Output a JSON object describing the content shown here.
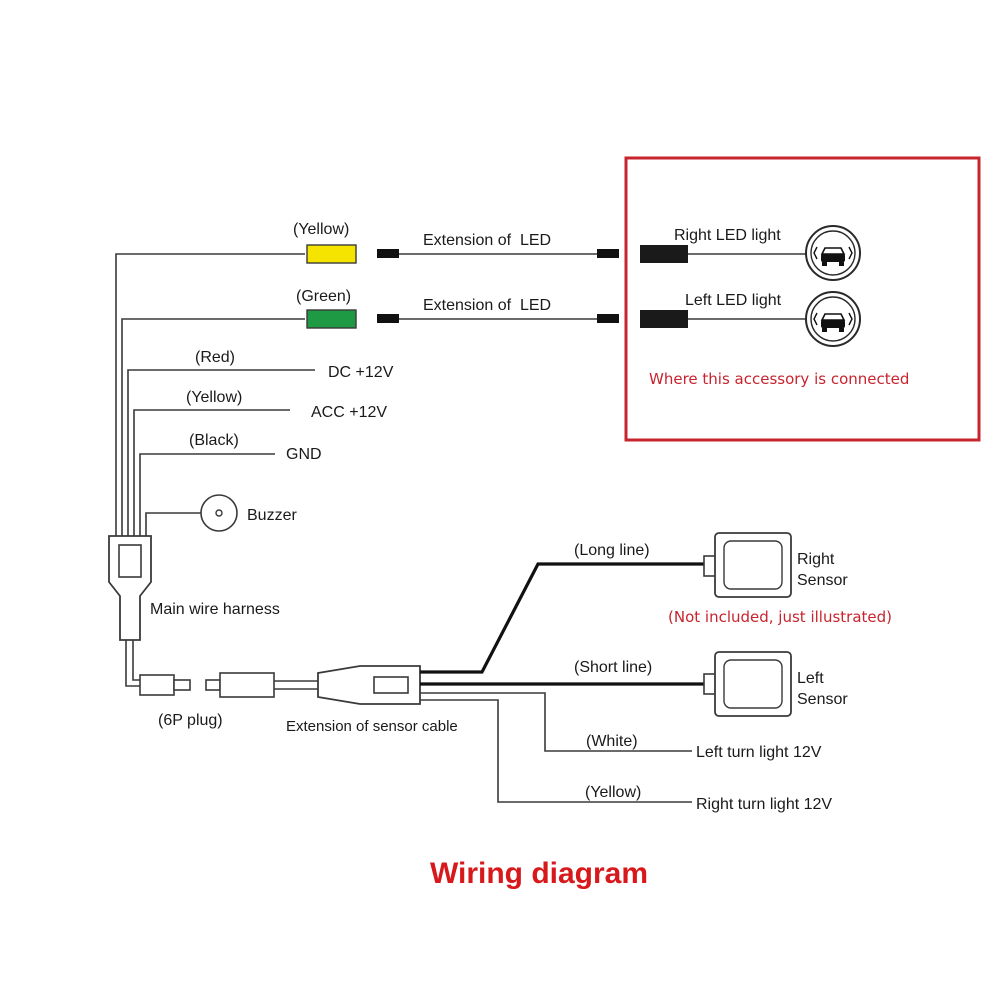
{
  "colors": {
    "highlight_box": "#c8242e",
    "note_text": "#c8242e",
    "title_text": "#d7191c",
    "yellow_connector": "#f5e400",
    "green_connector": "#1f9a44"
  },
  "led": {
    "yellow_wire_label": "(Yellow)",
    "green_wire_label": "(Green)",
    "extension_label_1": "Extension of  LED",
    "extension_label_2": "Extension of  LED",
    "right_led_label": "Right LED light",
    "left_led_label": "Left LED light",
    "led_icon": "car-front-icon"
  },
  "accessory_note": "Where this accessory is connected",
  "power": {
    "red_label": "(Red)",
    "red_value": "DC +12V",
    "yellow_label": "(Yellow)",
    "yellow_value": "ACC +12V",
    "black_label": "(Black)",
    "black_value": "GND"
  },
  "buzzer_label": "Buzzer",
  "harness_label": "Main wire harness",
  "plug_label": "(6P plug)",
  "extension_sensor_label": "Extension of sensor cable",
  "sensors": {
    "long_line_label": "(Long line)",
    "right_sensor_line1": "Right",
    "right_sensor_line2": "Sensor",
    "not_included_note": "(Not included, just illustrated)",
    "short_line_label": "(Short line)",
    "left_sensor_line1": "Left",
    "left_sensor_line2": "Sensor"
  },
  "turn": {
    "white_label": "(White)",
    "white_value": "Left turn light 12V",
    "yellow_label": "(Yellow)",
    "yellow_value": "Right turn light 12V"
  },
  "title": "Wiring diagram"
}
